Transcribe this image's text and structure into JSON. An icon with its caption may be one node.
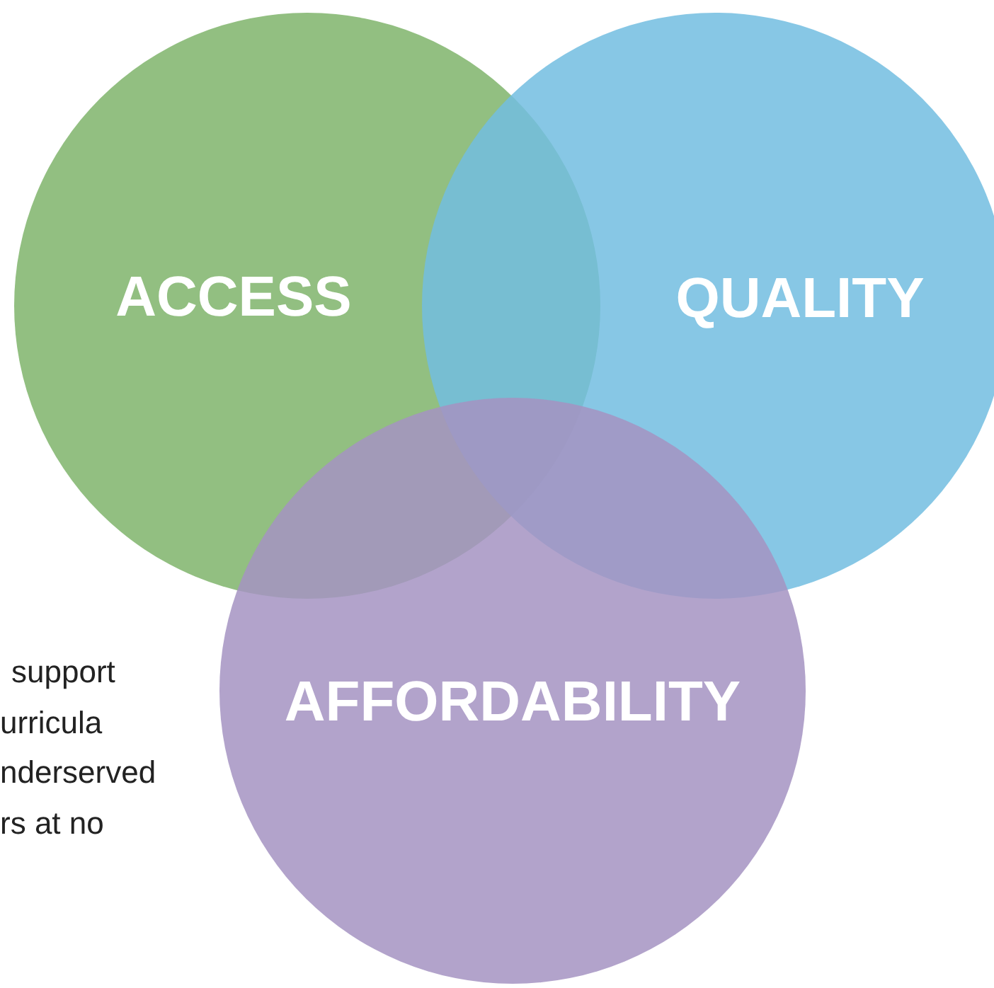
{
  "diagram": {
    "nodes": [
      {
        "text": [
          "ACCESS"
        ]
      },
      {
        "text": [
          "QUALITY"
        ]
      },
      {
        "text": [
          "AFFORDABILITY"
        ]
      }
    ],
    "labels": [
      "support",
      "urricula",
      "nderserved",
      "rs at no"
    ]
  }
}
